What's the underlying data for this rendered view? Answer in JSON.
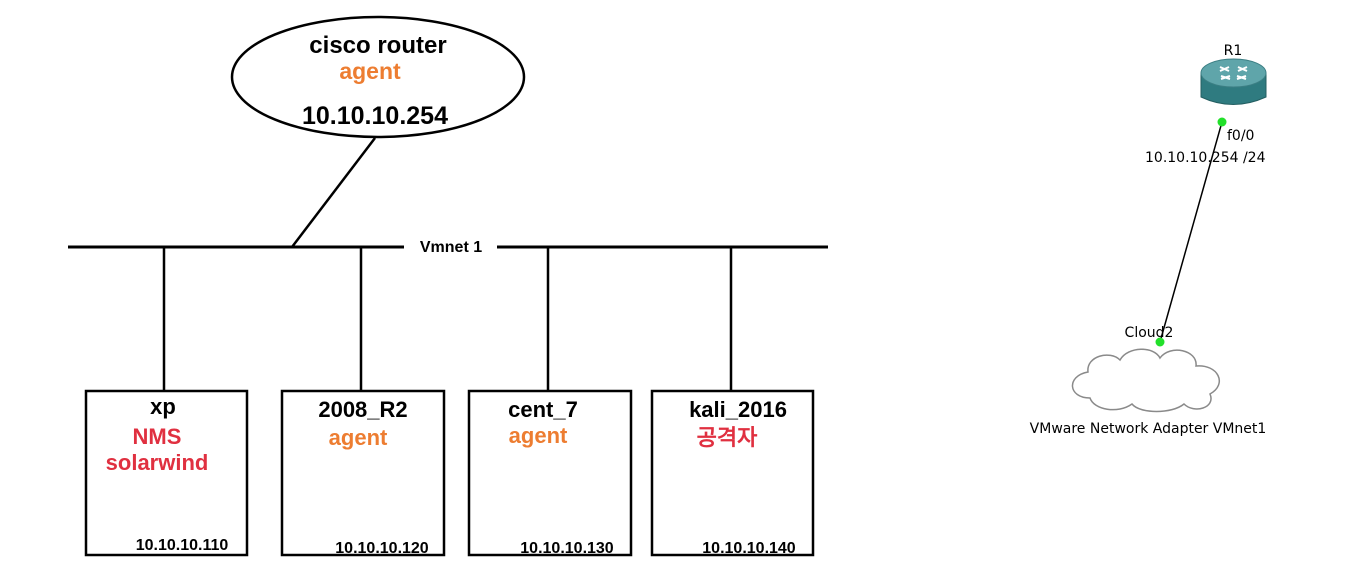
{
  "colors": {
    "line": "#000000",
    "agent": "#ED7D31",
    "nms": "#E03040",
    "link_dot": "#22E02A",
    "router_body": "#3F8A8E"
  },
  "router": {
    "name": "cisco router",
    "role": "agent",
    "ip": "10.10.10.254"
  },
  "network": {
    "label": "Vmnet 1"
  },
  "hosts": [
    {
      "name": "xp",
      "role_lines": [
        "NMS",
        "solarwind"
      ],
      "role_type": "nms",
      "ip": "10.10.10.110"
    },
    {
      "name": "2008_R2",
      "role_lines": [
        "agent"
      ],
      "role_type": "agent",
      "ip": "10.10.10.120"
    },
    {
      "name": "cent_7",
      "role_lines": [
        "agent"
      ],
      "role_type": "agent",
      "ip": "10.10.10.130"
    },
    {
      "name": "kali_2016",
      "role_lines": [
        "공격자"
      ],
      "role_type": "nms",
      "ip": "10.10.10.140"
    }
  ],
  "gns3": {
    "router_label": "R1",
    "router_icon": "router-icon",
    "interface": "f0/0",
    "interface_ip": "10.10.10.254 /24",
    "cloud_label": "Cloud2",
    "cloud_icon": "cloud-icon",
    "adapter": "VMware Network Adapter VMnet1"
  }
}
